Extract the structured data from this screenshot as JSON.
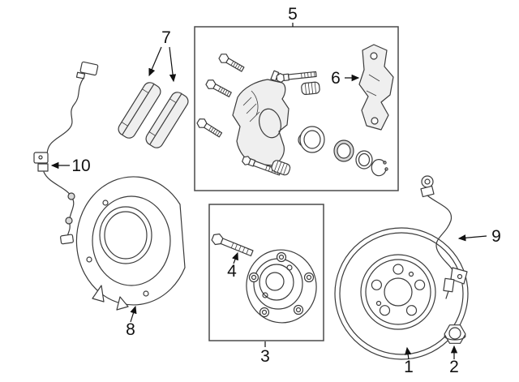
{
  "diagram": {
    "kind": "exploded-parts-diagram",
    "background": "#ffffff",
    "line_color": "#3b3b3b",
    "label_color": "#111111",
    "callouts": [
      {
        "num": "1",
        "part": "brake-rotor"
      },
      {
        "num": "2",
        "part": "hub-nut"
      },
      {
        "num": "3",
        "part": "hub-bearing-assembly"
      },
      {
        "num": "4",
        "part": "hub-mounting-bolt"
      },
      {
        "num": "5",
        "part": "brake-caliper-assembly"
      },
      {
        "num": "6",
        "part": "caliper-mounting-bracket"
      },
      {
        "num": "7",
        "part": "brake-pad-set"
      },
      {
        "num": "8",
        "part": "splash-shield"
      },
      {
        "num": "9",
        "part": "brake-hose"
      },
      {
        "num": "10",
        "part": "abs-speed-sensor-wire"
      }
    ]
  }
}
